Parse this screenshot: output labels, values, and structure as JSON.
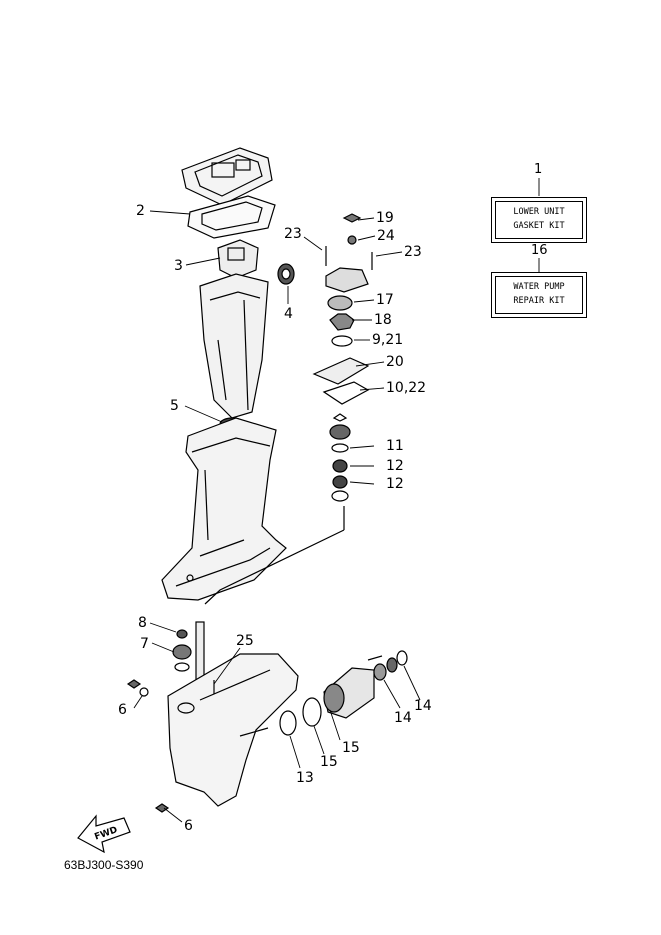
{
  "kits": [
    {
      "number": "1",
      "line1": "LOWER UNIT",
      "line2": "GASKET KIT"
    },
    {
      "number": "16",
      "line1": "WATER PUMP",
      "line2": "REPAIR KIT"
    }
  ],
  "callouts": [
    "2",
    "3",
    "4",
    "5",
    "23",
    "19",
    "24",
    "23",
    "17",
    "18",
    "9,21",
    "20",
    "10,22",
    "11",
    "12",
    "12",
    "8",
    "7",
    "25",
    "6",
    "6",
    "13",
    "15",
    "15",
    "14",
    "14"
  ],
  "fwd_label": "FWD",
  "drawing_code": "63BJ300-S390"
}
